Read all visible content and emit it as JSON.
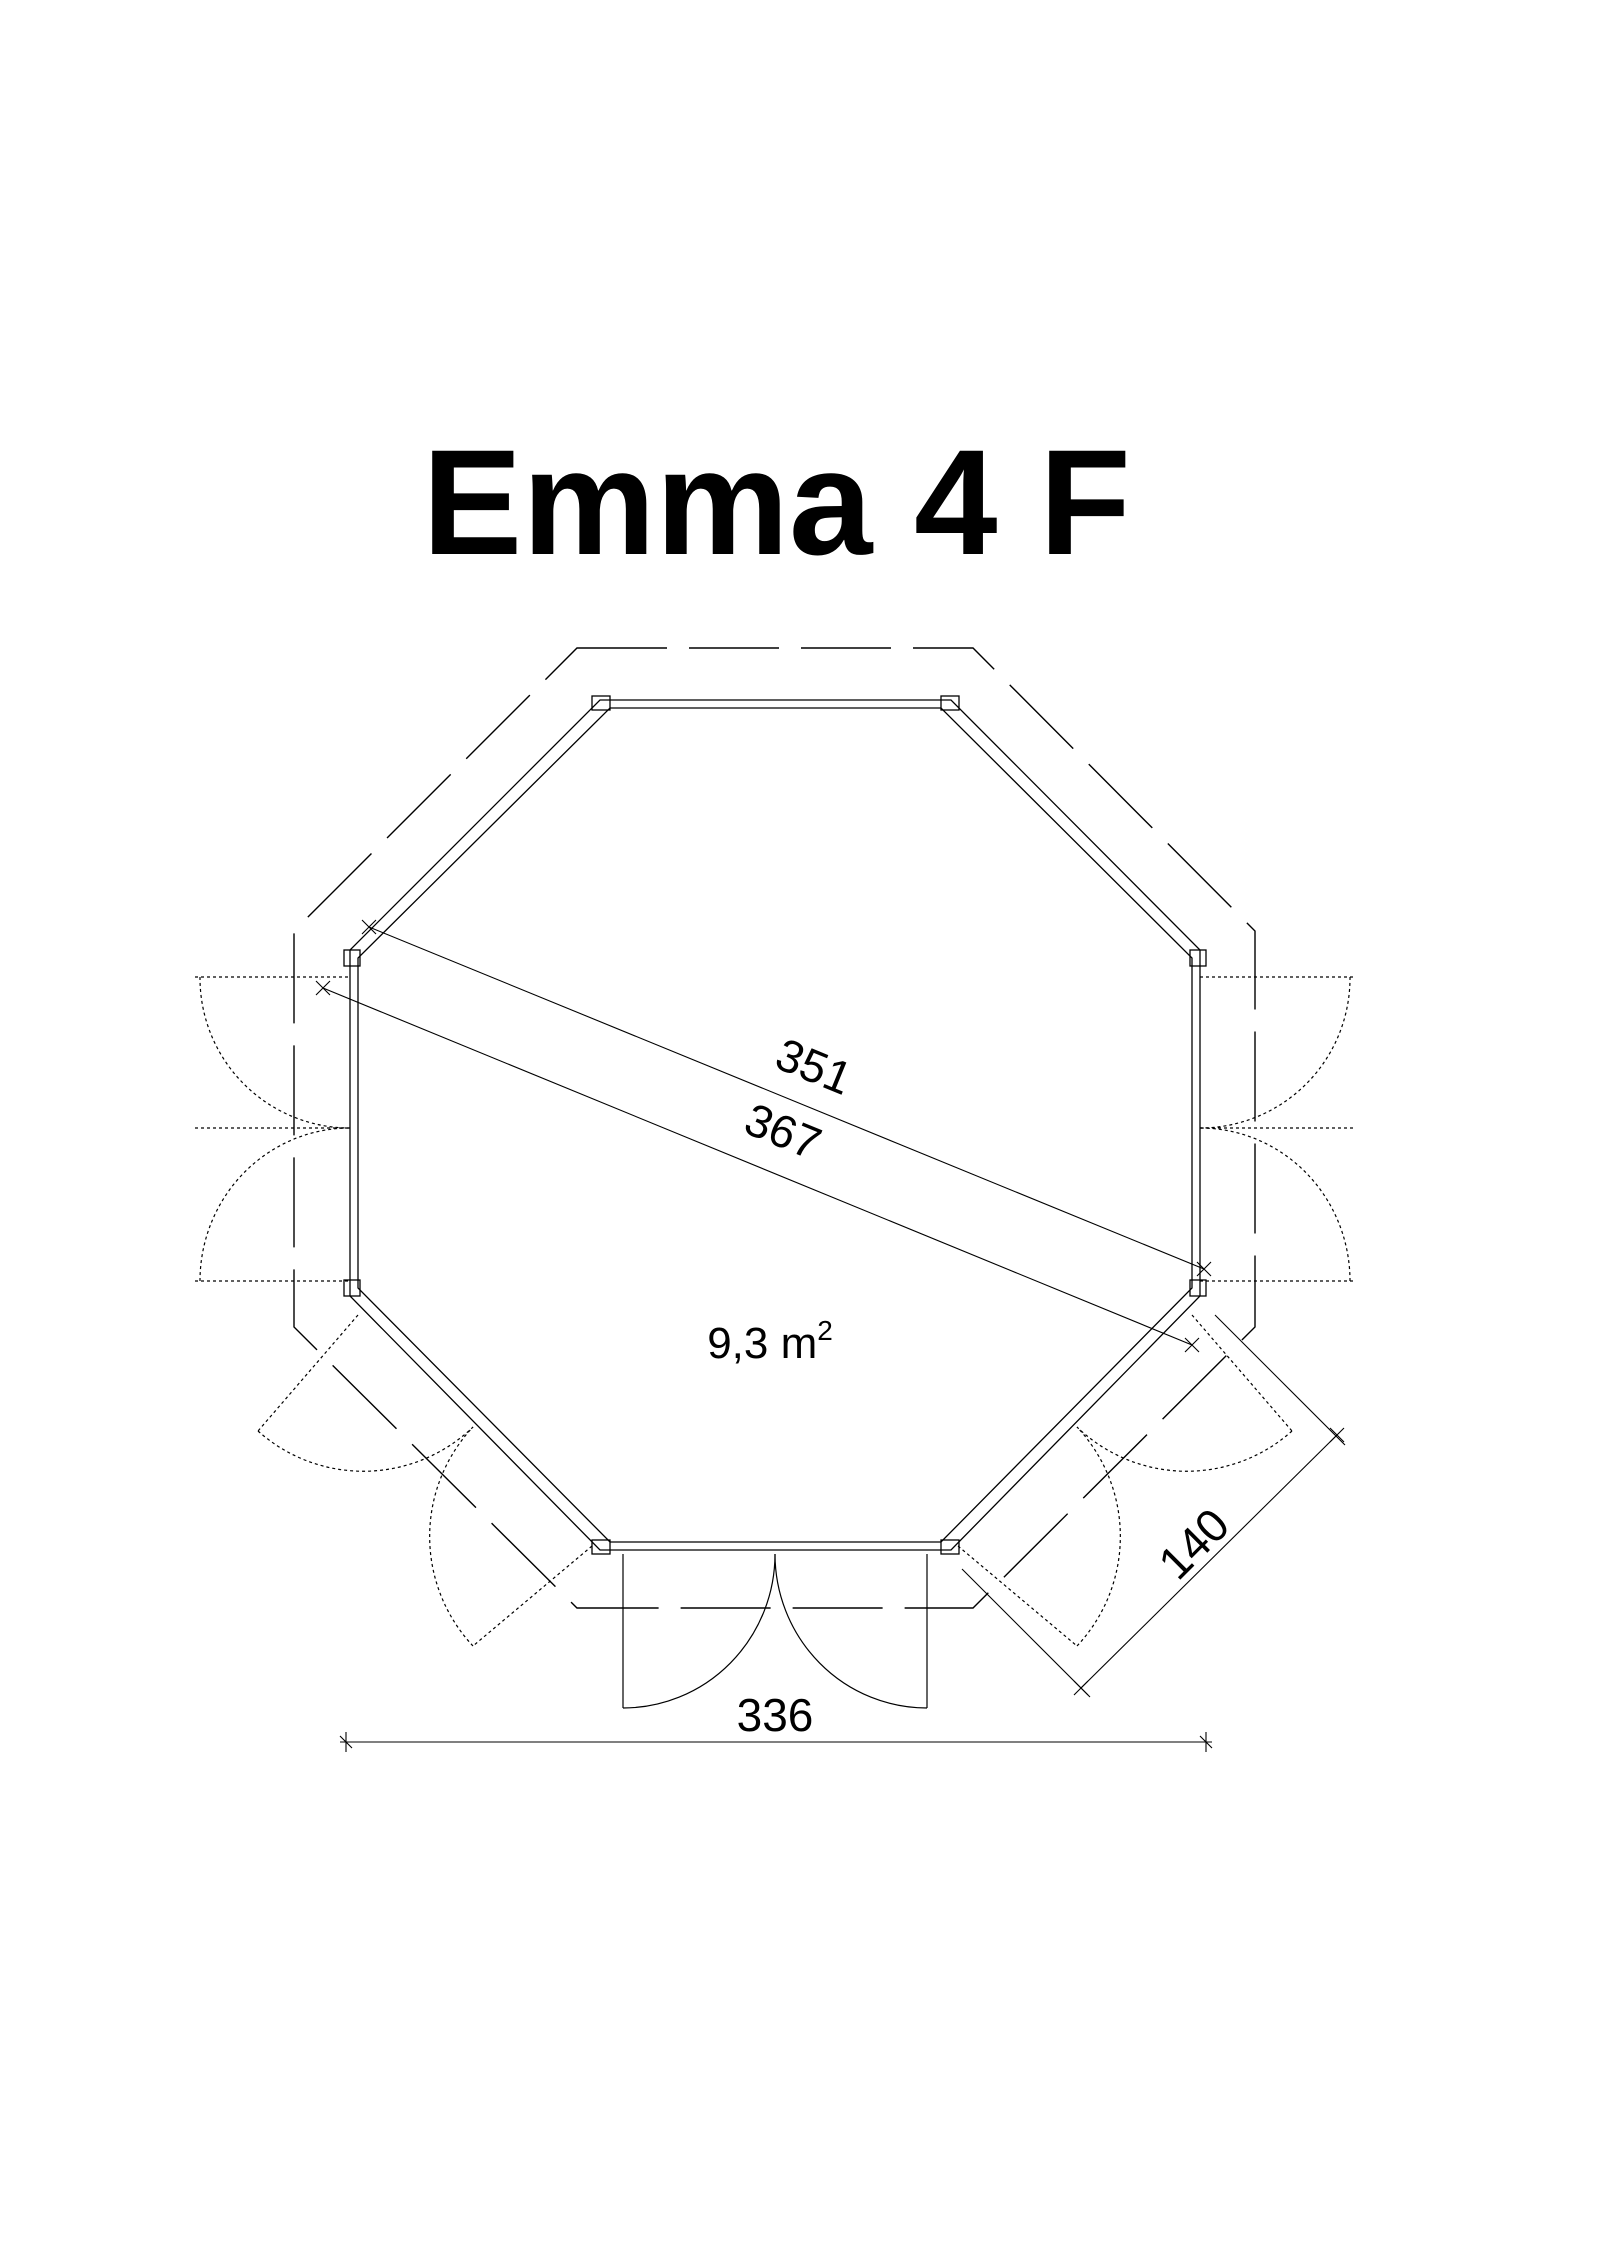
{
  "title": "Emma 4 F",
  "area": {
    "value": "9,3 m",
    "sup": "2"
  },
  "dimensions": {
    "diagonal_inner": "351",
    "diagonal_outer": "367",
    "side_depth": "140",
    "width": "336"
  }
}
